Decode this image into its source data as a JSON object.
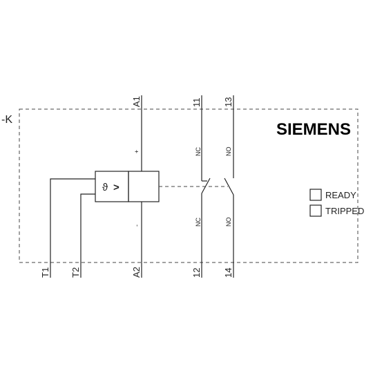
{
  "device_ref": "-K",
  "brand": "SIEMENS",
  "terminals": {
    "a1": "A1",
    "a2": "A2",
    "t1": "T1",
    "t2": "T2",
    "t11": "11",
    "t12": "12",
    "t13": "13",
    "t14": "14"
  },
  "polarity": {
    "plus": "+",
    "minus": "-"
  },
  "contacts": {
    "nc_top": "NC",
    "nc_bottom": "NC",
    "no_top": "NO",
    "no_bottom": "NO"
  },
  "relay_symbol": {
    "theta": "ϑ",
    "arrow": ">"
  },
  "legend": {
    "ready": "READY",
    "tripped": "TRIPPED"
  }
}
